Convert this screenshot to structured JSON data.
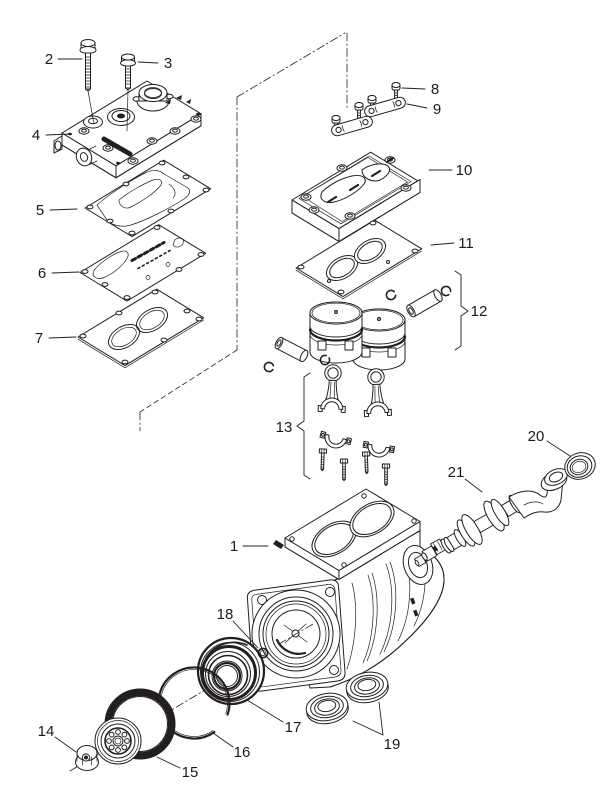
{
  "figure": {
    "subject": "Exploded parts diagram of a twin-cylinder air compressor",
    "background": "#ffffff",
    "line_color": "#231f20",
    "text_color": "#1a1a1a"
  },
  "callouts": {
    "c1": {
      "label": "1"
    },
    "c2": {
      "label": "2"
    },
    "c3": {
      "label": "3"
    },
    "c4": {
      "label": "4"
    },
    "c5": {
      "label": "5"
    },
    "c6": {
      "label": "6"
    },
    "c7": {
      "label": "7"
    },
    "c8": {
      "label": "8"
    },
    "c9": {
      "label": "9"
    },
    "c10": {
      "label": "10"
    },
    "c11": {
      "label": "11"
    },
    "c12": {
      "label": "12"
    },
    "c13": {
      "label": "13"
    },
    "c14": {
      "label": "14"
    },
    "c15": {
      "label": "15"
    },
    "c16": {
      "label": "16"
    },
    "c17": {
      "label": "17"
    },
    "c18": {
      "label": "18"
    },
    "c19": {
      "label": "19"
    },
    "c20": {
      "label": "20"
    },
    "c21": {
      "label": "21"
    }
  }
}
